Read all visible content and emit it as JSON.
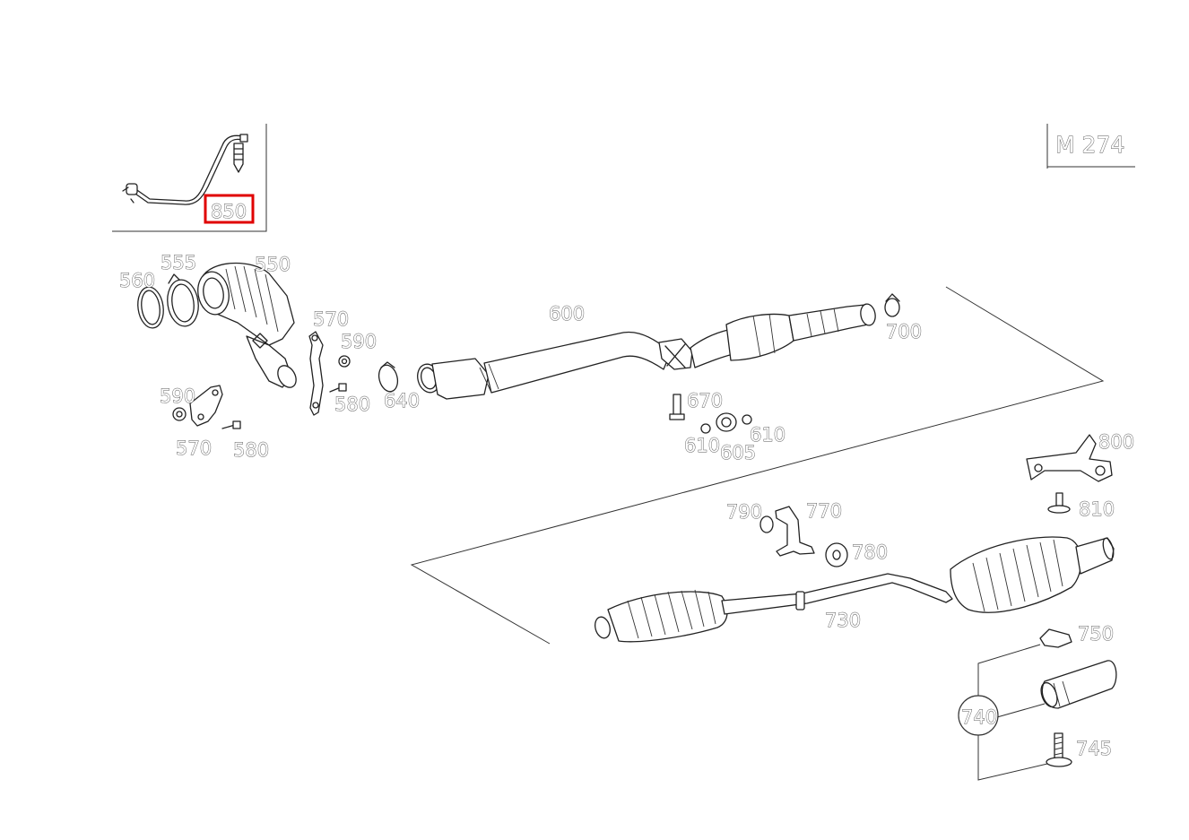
{
  "engine_code": "M 274",
  "highlight_color": "#e00000",
  "highlighted_part": "850",
  "callouts": {
    "p850": "850",
    "p560": "560",
    "p555": "555",
    "p550": "550",
    "p570a": "570",
    "p590a": "590",
    "p580a": "580",
    "p640": "640",
    "p590b": "590",
    "p570b": "570",
    "p580b": "580",
    "p600": "600",
    "p700": "700",
    "p670": "670",
    "p610a": "610",
    "p610b": "610",
    "p605": "605",
    "p800": "800",
    "p810": "810",
    "p790": "790",
    "p770": "770",
    "p780": "780",
    "p730": "730",
    "p750": "750",
    "p740": "740",
    "p745": "745"
  }
}
